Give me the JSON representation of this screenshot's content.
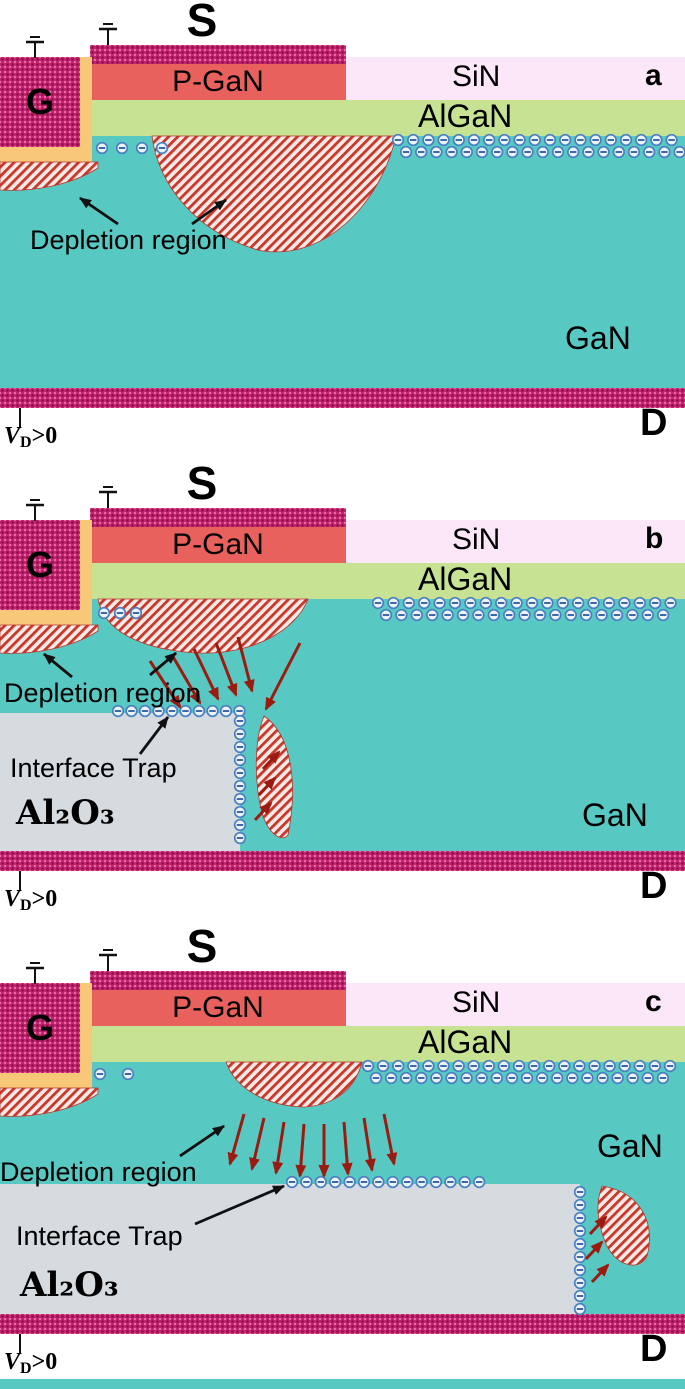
{
  "palette": {
    "gan_teal": "#58C9C2",
    "algan_green": "#C6E292",
    "sin_pink": "#FBE7F8",
    "pgan_red": "#E8615C",
    "metal_crimson": "#C2256E",
    "gate_liner_orange": "#F8C878",
    "al2o3_gray": "#D5DBDF",
    "depletion_stripe_red": "#C8372D",
    "electron_blue": "#4A7FC1",
    "arrow_dark_red": "#9B1B10"
  },
  "figure": {
    "panels": [
      {
        "letter": "a",
        "labels": {
          "source": "S",
          "gate": "G",
          "pgan": "P-GaN",
          "sin": "SiN",
          "algan": "AlGaN",
          "gan": "GaN",
          "drain": "D",
          "depletion": "Depletion region",
          "vd_v": "V",
          "vd_sub": "D",
          "vd_val": ">0"
        }
      },
      {
        "letter": "b",
        "labels": {
          "source": "S",
          "gate": "G",
          "pgan": "P-GaN",
          "sin": "SiN",
          "algan": "AlGaN",
          "gan": "GaN",
          "drain": "D",
          "depletion": "Depletion region",
          "interface_trap": "Interface Trap",
          "al2o3": "Al₂O₃",
          "vd_v": "V",
          "vd_sub": "D",
          "vd_val": ">0"
        }
      },
      {
        "letter": "c",
        "labels": {
          "source": "S",
          "gate": "G",
          "pgan": "P-GaN",
          "sin": "SiN",
          "algan": "AlGaN",
          "gan": "GaN",
          "drain": "D",
          "depletion": "Depletion region",
          "interface_trap": "Interface Trap",
          "al2o3": "Al₂O₃",
          "vd_v": "V",
          "vd_sub": "D",
          "vd_val": ">0"
        }
      }
    ]
  }
}
